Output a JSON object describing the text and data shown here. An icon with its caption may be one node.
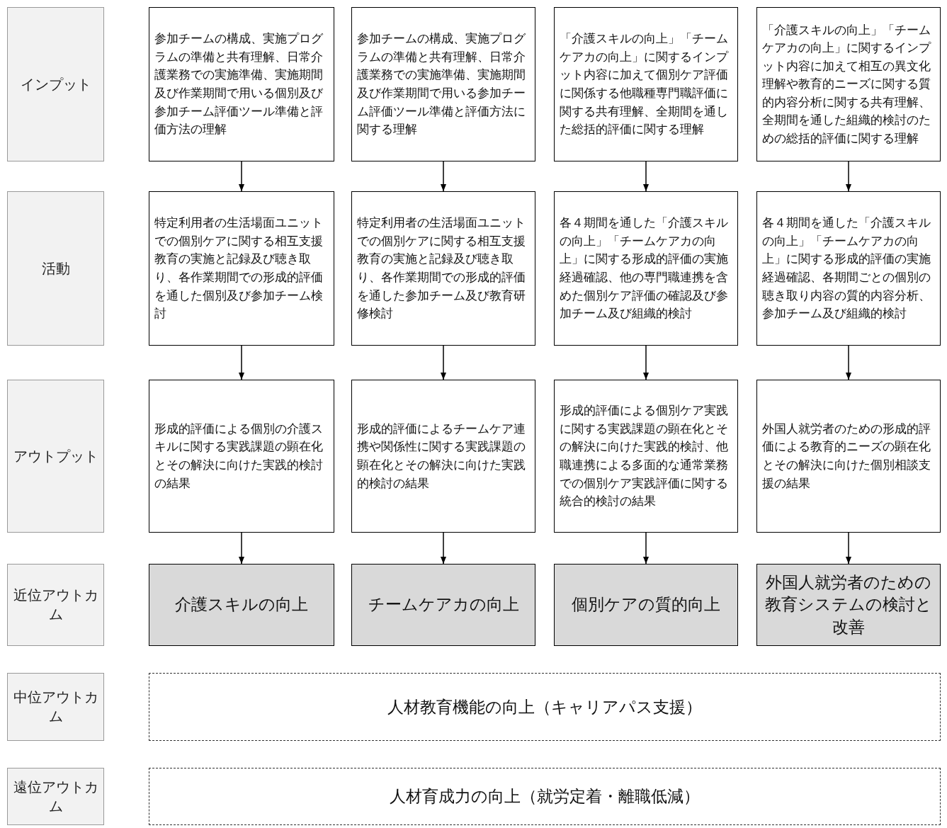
{
  "diagram": {
    "nodes": [
      {
        "text": [
          "インプット"
        ]
      },
      {
        "text": [
          "参加チームの構成、実施プログラムの準備と共有理解、日常介護業務での実施準備、実施期間及び作業期間で用いる個別及び参加チーム評価ツール準備と評価方法の理解"
        ]
      },
      {
        "text": [
          "参加チームの構成、実施プログラムの準備と共有理解、日常介護業務での実施準備、実施期間及び作業期間で用いる参加チーム評価ツール準備と評価方法に関する理解"
        ]
      },
      {
        "text": [
          "「介護スキルの向上」「チームケアカの向上」に関するインプット内容に加えて個別ケア評価に関係する他職種専門職評価に関する共有理解、全期間を通した総括的評価に関する理解"
        ]
      },
      {
        "text": [
          "「介護スキルの向上」「チームケアカの向上」に関するインプット内容に加えて相互の異文化理解や教育的ニーズに関する質的内容分析に関する共有理解、全期間を通した組織的検討のための総括的評価に関する理解"
        ]
      },
      {
        "text": [
          "活動"
        ]
      },
      {
        "text": [
          "特定利用者の生活場面ユニットでの個別ケアに関する相互支援教育の実施と記録及び聴き取り、各作業期間での形成的評価を通した個別及び参加チーム検討"
        ]
      },
      {
        "text": [
          "特定利用者の生活場面ユニットでの個別ケアに関する相互支援教育の実施と記録及び聴き取り、各作業期間での形成的評価を通した参加チーム及び教育研修検討"
        ]
      },
      {
        "text": [
          "各４期間を通した「介護スキルの向上」「チームケアカの向上」に関する形成的評価の実施経過確認、他の専門職連携を含めた個別ケア評価の確認及び参加チーム及び組織的検討"
        ]
      },
      {
        "text": [
          "各４期間を通した「介護スキルの向上」「チームケアカの向上」に関する形成的評価の実施経過確認、各期間ごとの個別の聴き取り内容の質的内容分析、参加チーム及び組織的検討"
        ]
      },
      {
        "text": [
          "アウトプット"
        ]
      },
      {
        "text": [
          "形成的評価による個別の介護スキルに関する実践課題の顕在化とその解決に向けた実践的検討の結果"
        ]
      },
      {
        "text": [
          "形成的評価によるチームケア連携や関係性に関する実践課題の顕在化とその解決に向けた実践的検討の結果"
        ]
      },
      {
        "text": [
          "形成的評価による個別ケア実践に関する実践課題の顕在化とその解決に向けた実践的検討、他職連携による多面的な通常業務での個別ケア実践評価に関する統合的検討の結果"
        ]
      },
      {
        "text": [
          "外国人就労者のための形成的評価による教育的ニーズの顕在化とその解決に向けた個別相談支援の結果"
        ]
      },
      {
        "text": [
          "近位アウトカム"
        ]
      },
      {
        "text": [
          "介護スキルの向上"
        ]
      },
      {
        "text": [
          "チームケアカの向上"
        ]
      },
      {
        "text": [
          "個別ケアの質的向上"
        ]
      },
      {
        "text": [
          "外国人就労者のための教育システムの検討と改善"
        ]
      },
      {
        "text": [
          "中位アウトカム"
        ]
      },
      {
        "text": [
          "人材教育機能の向上（キャリアパス支援）"
        ]
      },
      {
        "text": [
          "遠位アウトカム"
        ]
      },
      {
        "text": [
          "人材育成力の向上（就労定着・離職低減）"
        ]
      }
    ],
    "edges": [
      {
        "from": 1,
        "to": 6,
        "arrow": "to"
      },
      {
        "from": 2,
        "to": 7,
        "arrow": "to"
      },
      {
        "from": 3,
        "to": 8,
        "arrow": "to"
      },
      {
        "from": 4,
        "to": 9,
        "arrow": "to"
      },
      {
        "from": 6,
        "to": 11,
        "arrow": "to"
      },
      {
        "from": 7,
        "to": 12,
        "arrow": "to"
      },
      {
        "from": 8,
        "to": 13,
        "arrow": "to"
      },
      {
        "from": 9,
        "to": 14,
        "arrow": "to"
      },
      {
        "from": 11,
        "to": 16,
        "arrow": "to"
      },
      {
        "from": 12,
        "to": 17,
        "arrow": "to"
      },
      {
        "from": 13,
        "to": 18,
        "arrow": "to"
      },
      {
        "from": 14,
        "to": 19,
        "arrow": "to"
      }
    ]
  }
}
